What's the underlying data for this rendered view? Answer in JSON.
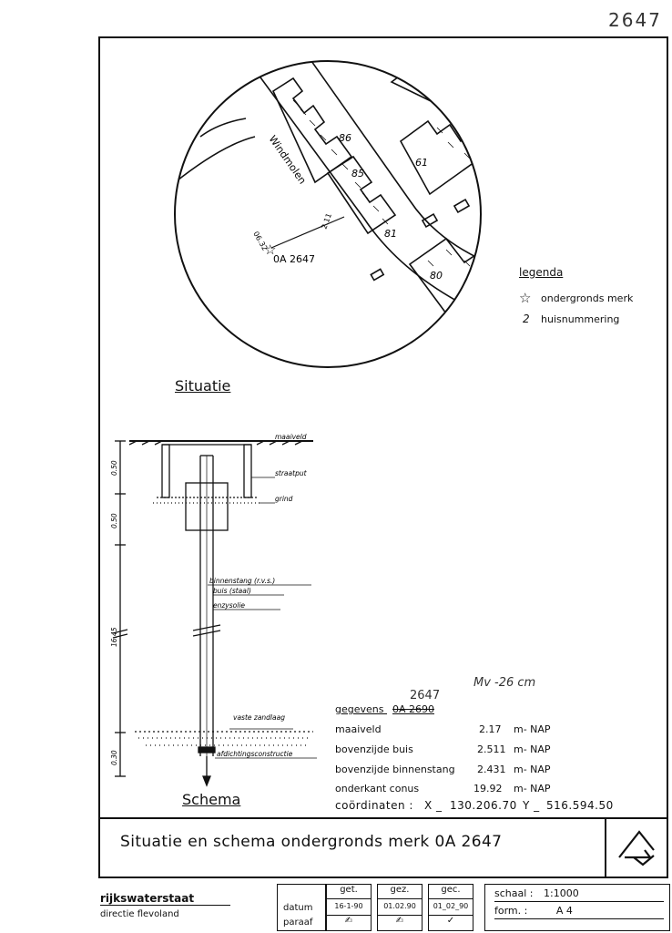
{
  "sheet_number": "2647",
  "map": {
    "street_label": "Windmolen",
    "house_numbers": [
      "86",
      "85",
      "81",
      "61",
      "80"
    ],
    "distance_label": "2.11",
    "benchmark_code": "0A 2647",
    "benchmark_distance": "06.32"
  },
  "legend": {
    "title": "legenda",
    "items": [
      {
        "symbol": "☆",
        "label": "ondergronds merk"
      },
      {
        "symbol": "2",
        "label": "huisnummering"
      }
    ]
  },
  "situatie_label": "Situatie",
  "schema": {
    "label": "Schema",
    "annotations": [
      "maaiveld",
      "straatput",
      "grind",
      "binnenstang (r.v.s.)",
      "buis (staal)",
      "enzysolie",
      "vaste zandlaag",
      "afdichtingsconstructie"
    ],
    "dimensions": [
      "0.50",
      "0.50",
      "16.45",
      "0.30"
    ]
  },
  "gegevens": {
    "heading": "gegevens",
    "code_struck": "0A 2690",
    "code_handwritten": "2647",
    "mv_note": "Mv -26 cm",
    "rows": [
      {
        "label": "maaiveld",
        "value": "2.17",
        "unit": "m- NAP"
      },
      {
        "label": "bovenzijde buis",
        "value": "2.511",
        "unit": "m- NAP"
      },
      {
        "label": "bovenzijde binnenstang",
        "value": "2.431",
        "unit": "m- NAP"
      },
      {
        "label": "onderkant conus",
        "value": "19.92",
        "unit": "m- NAP"
      }
    ],
    "coordinates_label": "coördinaten :",
    "x_label": "X _",
    "x_value": "130.206.70",
    "y_label": "Y _",
    "y_value": "516.594.50"
  },
  "title_block": {
    "title": "Situatie  en  schema  ondergronds  merk  0A 2647",
    "org": "rijkswaterstaat",
    "org_sub": "directie flevoland",
    "row_labels": [
      "datum",
      "paraaf"
    ],
    "col_headers": [
      "get.",
      "gez.",
      "gec."
    ],
    "dates": [
      "16-1-90",
      "01.02.90",
      "01_02_90"
    ],
    "schaal_label": "schaal :",
    "schaal_value": "1:1000",
    "form_label": "form. :",
    "form_value": "A 4"
  }
}
